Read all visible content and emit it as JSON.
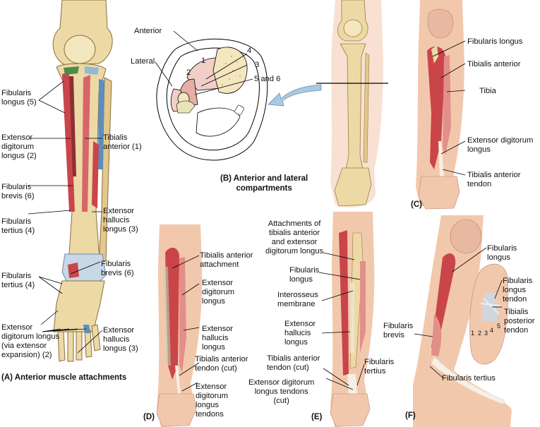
{
  "panels": {
    "A": {
      "caption": "(A) Anterior muscle attachments",
      "labels": {
        "fib_longus": "Fibularis\nlongus (5)",
        "ext_dig": "Extensor\ndigitorum\nlongus (2)",
        "fib_brevis": "Fibularis\nbrevis (6)",
        "fib_tertius": "Fibularis\ntertius (4)",
        "fib_tertius_foot": "Fibularis\ntertius (4)",
        "ext_dig_exp": "Extensor\ndigitorum longus\n(via extensor\nexpansion) (2)",
        "tib_ant": "Tibialis\nanterior (1)",
        "ext_hal": "Extensor\nhallucis\nlongus (3)",
        "fib_brevis_foot": "Fibularis\nbrevis (6)",
        "ext_hal_foot": "Extensor\nhallucis\nlongus (3)"
      }
    },
    "B": {
      "caption": "(B) Anterior and lateral\ncompartments",
      "labels": {
        "anterior": "Anterior",
        "lateral": "Lateral",
        "n1": "1",
        "n2": "2",
        "n3": "3",
        "n4": "4",
        "n56": "5 and 6"
      }
    },
    "C": {
      "caption": "(C)",
      "labels": {
        "fib_longus": "Fibularis longus",
        "tib_ant": "Tibialis anterior",
        "tibia": "Tibia",
        "ext_dig": "Extensor digitorum\nlongus",
        "tib_tendon": "Tibialis anterior\ntendon"
      }
    },
    "D": {
      "caption": "(D)",
      "labels": {
        "tib_att": "Tibialis anterior\nattachment",
        "ext_dig": "Extensor\ndigitorum\nlongus",
        "ext_hal": "Extensor\nhallucis\nlongus",
        "tib_tendon": "Tibialis anterior\ntendon (cut)",
        "ext_dig_tendons": "Extensor\ndigitorum\nlongus\ntendons"
      }
    },
    "E": {
      "caption": "(E)",
      "labels": {
        "attach": "Attachments of\ntibialis anterior\nand extensor\ndigitorum longus",
        "fib_longus": "Fibularis\nlongus",
        "interosseus": "Interosseus\nmembrane",
        "ext_hal": "Extensor\nhallucis\nlongus",
        "tib_tendon": "Tibialis anterior\ntendon (cut)",
        "ext_dig_tendons": "Extensor digitorum\nlongus tendons\n(cut)",
        "fib_tertius": "Fibularis\ntertius"
      }
    },
    "F": {
      "caption": "(F)",
      "labels": {
        "fib_longus": "Fibularis\nlongus",
        "fib_longus_tendon": "Fibularis\nlongus\ntendon",
        "tib_post": "Tibialis\nposterior\ntendon",
        "fib_brevis": "Fibularis\nbrevis",
        "fib_tertius": "Fibularis tertius",
        "toes": [
          "1",
          "2",
          "3",
          "4",
          "5"
        ]
      }
    }
  },
  "colors": {
    "bone": "#ecd9a6",
    "bone_shade": "#d4b777",
    "muscle": "#c9454a",
    "muscle_light": "#e28f8a",
    "skin": "#f2c8ad",
    "skin_shade": "#e0a888",
    "tendon": "#f5efe4",
    "arrow": "#a9c8e3"
  }
}
